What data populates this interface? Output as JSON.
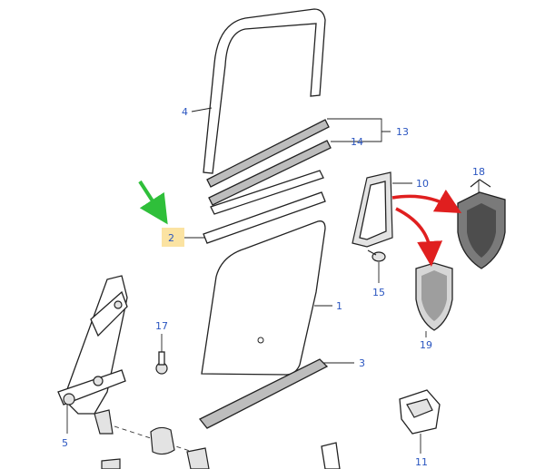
{
  "callouts": {
    "c1": "1",
    "c2": "2",
    "c3": "3",
    "c4": "4",
    "c5": "5",
    "c10": "10",
    "c11": "11",
    "c13": "13",
    "c14": "14",
    "c15": "15",
    "c17": "17",
    "c18": "18",
    "c19": "19"
  },
  "colors": {
    "callout_text": "#2a55c0",
    "highlight": "#fbe3a2",
    "green_arrow": "#2fbf3a",
    "red_arrow": "#e01f1f"
  }
}
